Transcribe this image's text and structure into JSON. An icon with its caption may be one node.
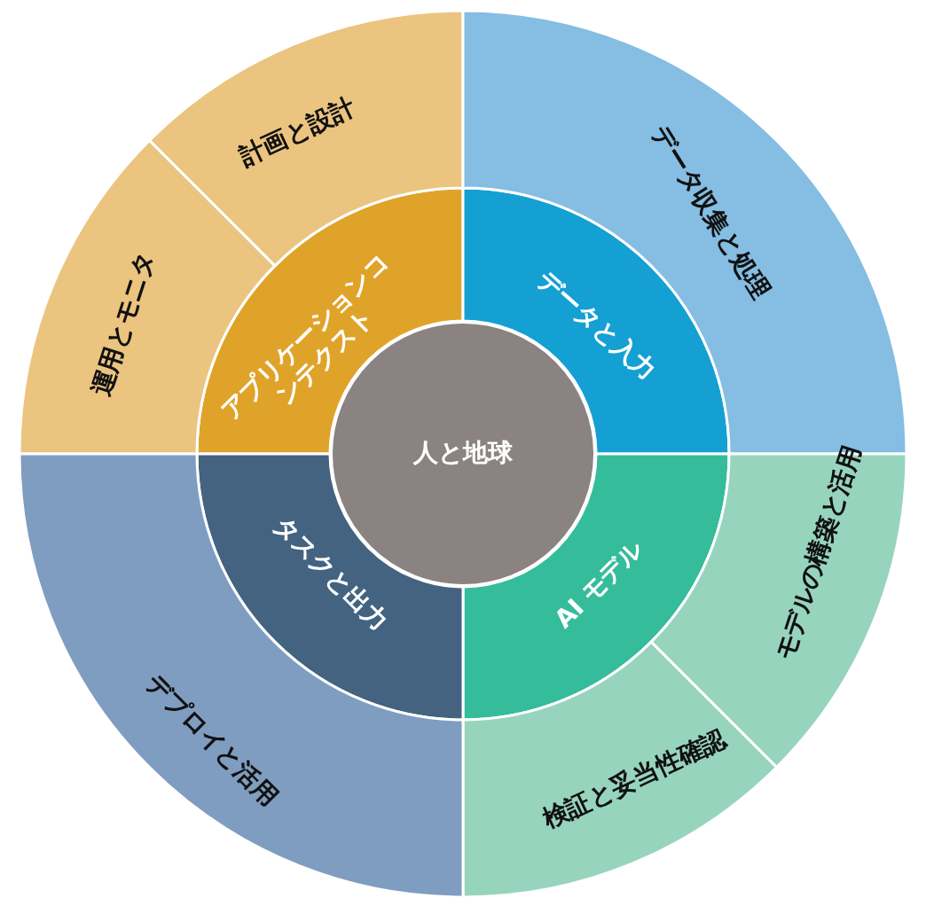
{
  "diagram": {
    "nodes": [
      {
        "text": [
          "人と地球"
        ]
      },
      {
        "text": [
          "アプリケーションコンテクスト"
        ]
      },
      {
        "text": [
          "データと入力"
        ]
      },
      {
        "text": [
          "AI モデル"
        ]
      },
      {
        "text": [
          "タスクと出力"
        ]
      },
      {
        "text": [
          "計画と設計"
        ]
      },
      {
        "text": [
          "運用とモニタ"
        ]
      },
      {
        "text": [
          "データ収集と処理"
        ]
      },
      {
        "text": [
          "モデルの構築と活用"
        ]
      },
      {
        "text": [
          "検証と妥当性確認"
        ]
      },
      {
        "text": [
          "デプロイと活用"
        ]
      }
    ]
  }
}
